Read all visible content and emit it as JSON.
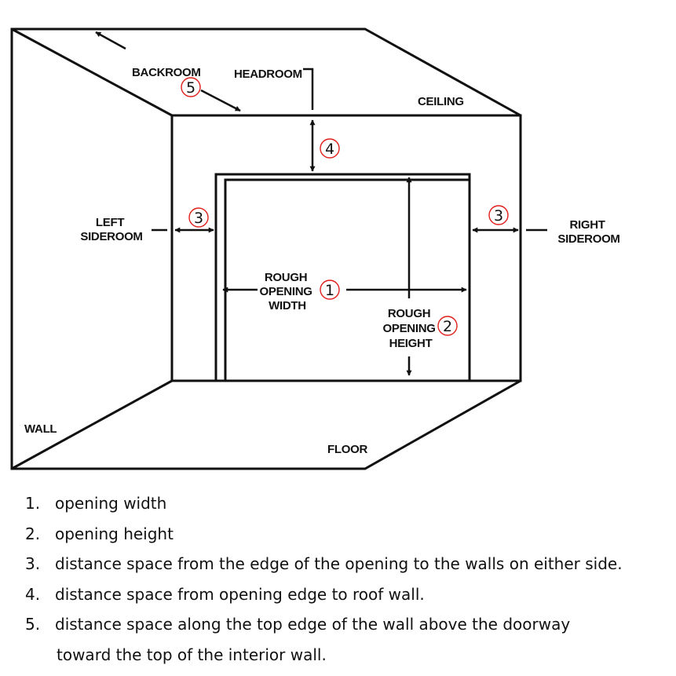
{
  "diagram": {
    "labels": {
      "backroom": "BACKROOM",
      "headroom": "HEADROOM",
      "ceiling": "CEILING",
      "left_sideroom": [
        "LEFT",
        "SIDEROOM"
      ],
      "right_sideroom": [
        "RIGHT",
        "SIDEROOM"
      ],
      "rough_opening_width": [
        "ROUGH",
        "OPENING",
        "WIDTH"
      ],
      "rough_opening_height": [
        "ROUGH",
        "OPENING",
        "HEIGHT"
      ],
      "wall": "WALL",
      "floor": "FLOOR"
    },
    "markers": {
      "width": "1",
      "height": "2",
      "sideroom_left": "3",
      "sideroom_right": "3",
      "headroom": "4",
      "backroom": "5"
    },
    "marker_color": "#e0201c",
    "line_color": "#111111"
  },
  "legend": {
    "items": [
      {
        "number": "1.",
        "text": "opening width"
      },
      {
        "number": "2.",
        "text": "opening height"
      },
      {
        "number": "3.",
        "text": "distance space from the edge of the opening to the walls on either side."
      },
      {
        "number": "4.",
        "text": "distance space from opening edge to roof wall."
      },
      {
        "number": "5.",
        "text": "distance space along the top edge of the wall above the doorway"
      }
    ],
    "continuation": "toward the top of the interior wall."
  }
}
